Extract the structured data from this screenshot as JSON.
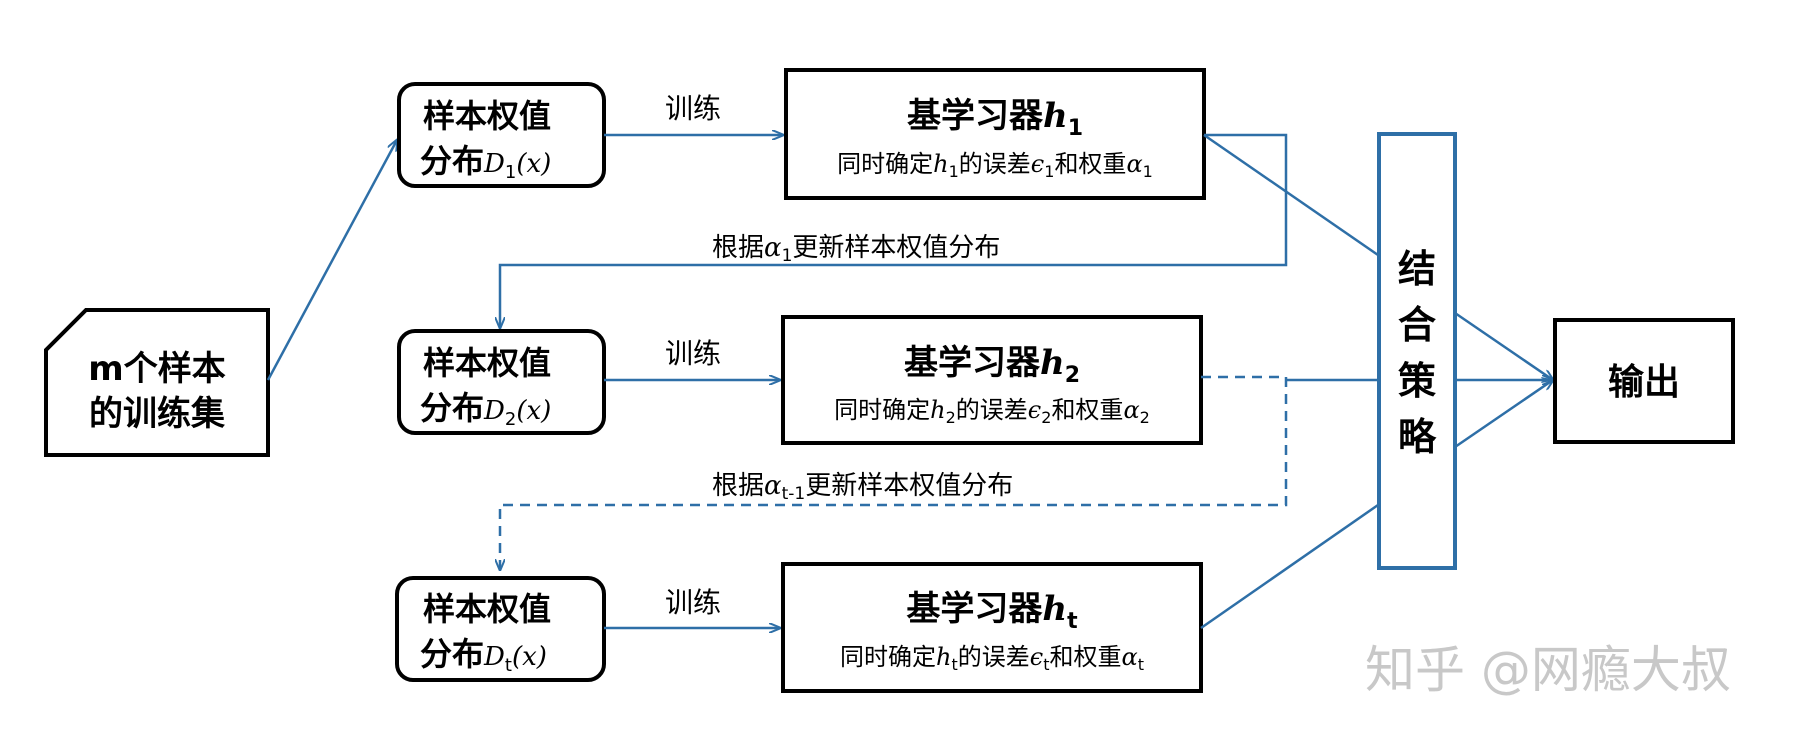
{
  "colors": {
    "arrow": "#2e6fa7",
    "border": "#000000",
    "strategy_border": "#2e6fa7"
  },
  "training_set": {
    "line1": "m个样本",
    "line2": "的训练集"
  },
  "rows": [
    {
      "weight_line1": "样本权值",
      "weight_line2": "分布",
      "dist_symbol": "D",
      "dist_sub": "1",
      "dist_arg": "(x)",
      "train_label": "训练",
      "learner_title": "基学习器",
      "learner_symbol": "h",
      "learner_sub": "1",
      "desc_prefix": "同时确定",
      "desc_h": "h",
      "desc_h_sub": "1",
      "desc_mid": "的误差",
      "desc_eps": "ϵ",
      "desc_eps_sub": "1",
      "desc_and": "和权重",
      "desc_alpha": "α",
      "desc_alpha_sub": "1"
    },
    {
      "weight_line1": "样本权值",
      "weight_line2": "分布",
      "dist_symbol": "D",
      "dist_sub": "2",
      "dist_arg": "(x)",
      "train_label": "训练",
      "learner_title": "基学习器",
      "learner_symbol": "h",
      "learner_sub": "2",
      "desc_prefix": "同时确定",
      "desc_h": "h",
      "desc_h_sub": "2",
      "desc_mid": "的误差",
      "desc_eps": "ϵ",
      "desc_eps_sub": "2",
      "desc_and": "和权重",
      "desc_alpha": "α",
      "desc_alpha_sub": "2"
    },
    {
      "weight_line1": "样本权值",
      "weight_line2": "分布",
      "dist_symbol": "D",
      "dist_sub": "t",
      "dist_arg": "(x)",
      "train_label": "训练",
      "learner_title": "基学习器",
      "learner_symbol": "h",
      "learner_sub": "t",
      "desc_prefix": "同时确定",
      "desc_h": "h",
      "desc_h_sub": "t",
      "desc_mid": "的误差",
      "desc_eps": "ϵ",
      "desc_eps_sub": "t",
      "desc_and": "和权重",
      "desc_alpha": "α",
      "desc_alpha_sub": "t"
    }
  ],
  "feedback": [
    {
      "prefix": "根据",
      "alpha": "α",
      "sub": "1",
      "suffix": "更新样本权值分布"
    },
    {
      "prefix": "根据",
      "alpha": "α",
      "sub": "t-1",
      "suffix": "更新样本权值分布"
    }
  ],
  "strategy": {
    "chars": [
      "结",
      "合",
      "策",
      "略"
    ]
  },
  "output": {
    "label": "输出"
  },
  "watermark": {
    "text": "知乎 @网瘾大叔"
  }
}
